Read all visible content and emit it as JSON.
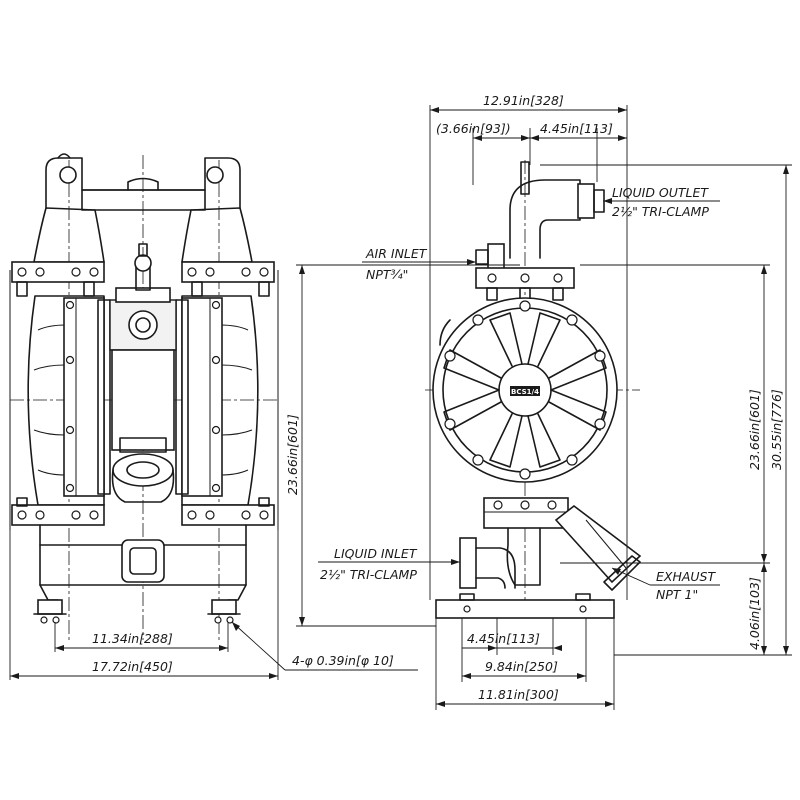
{
  "dimensions": {
    "top_width": "12.91in[328]",
    "top_offset_left": "(3.66in[93])",
    "top_offset_right": "4.45in[113]",
    "height_center_right": "23.66in[601]",
    "height_total": "30.55in[776]",
    "height_center_left": "23.66in[601]",
    "height_inlet": "4.06in[103]",
    "front_mount_spacing": "11.34in[288]",
    "front_overall_width": "17.72in[450]",
    "hole_spec": "4-φ 0.39in[φ 10]",
    "side_base_inner": "4.45in[113]",
    "side_base_mount": "9.84in[250]",
    "side_base_overall": "11.81in[300]"
  },
  "callouts": {
    "liquid_outlet_title": "LIQUID OUTLET",
    "liquid_outlet_spec": "2½\" TRI-CLAMP",
    "air_inlet_title": "AIR INLET",
    "air_inlet_spec": "NPT¾\"",
    "liquid_inlet_title": "LIQUID INLET",
    "liquid_inlet_spec": "2½\" TRI-CLAMP",
    "exhaust_title": "EXHAUST",
    "exhaust_spec": "NPT  1\""
  },
  "badge": "BCS1/4"
}
